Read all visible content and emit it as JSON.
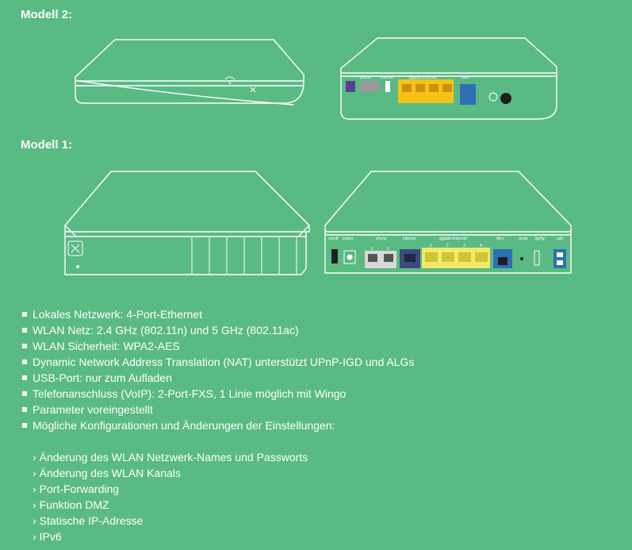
{
  "headings": {
    "model2": "Modell 2:",
    "model1": "Modell 1:"
  },
  "model2_back_labels": [
    "phone",
    "internet",
    "gigabit-ethernet",
    "fibre"
  ],
  "model1_back_labels": {
    "onoff": "on/off",
    "power": "power",
    "phone": "phone",
    "internet": "internet",
    "gigabit": "gigabit-ethernet",
    "fibre": "fibre",
    "reset": "reset",
    "fourg": "3g/4g",
    "usb": "usb",
    "phone_ports": [
      "1",
      "2"
    ],
    "gigabit_ports": [
      "1",
      "2",
      "3",
      "4"
    ]
  },
  "colors": {
    "background": "#5aba84",
    "port_purple": "#5b3f8f",
    "port_yellow": "#f5c21a",
    "port_yellow_light": "#f1e96a",
    "port_blue": "#2f6fb4",
    "port_navy": "#3b4a7a",
    "port_gray": "#9a9a9a"
  },
  "specs": [
    "Lokales Netzwerk: 4-Port-Ethernet",
    "WLAN Netz: 2.4 GHz (802.11n) und 5 GHz (802.11ac)",
    "WLAN Sicherheit: WPA2-AES",
    "Dynamic Network Address Translation (NAT) unterstützt UPnP-IGD und ALGs",
    "USB-Port: nur zum Aufladen",
    "Telefonanschluss (VoIP): 2-Port-FXS, 1 Linie möglich mit Wingo",
    "Parameter voreingestellt",
    "Mögliche Konfigurationen und Änderungen der Einstellungen:"
  ],
  "arrow_glyph": "›",
  "configurations": [
    "Änderung des WLAN Netzwerk-Names und Passworts",
    "Änderung des WLAN Kanals",
    "Port-Forwarding",
    "Funktion DMZ",
    "Statische IP-Adresse",
    "IPv6"
  ]
}
